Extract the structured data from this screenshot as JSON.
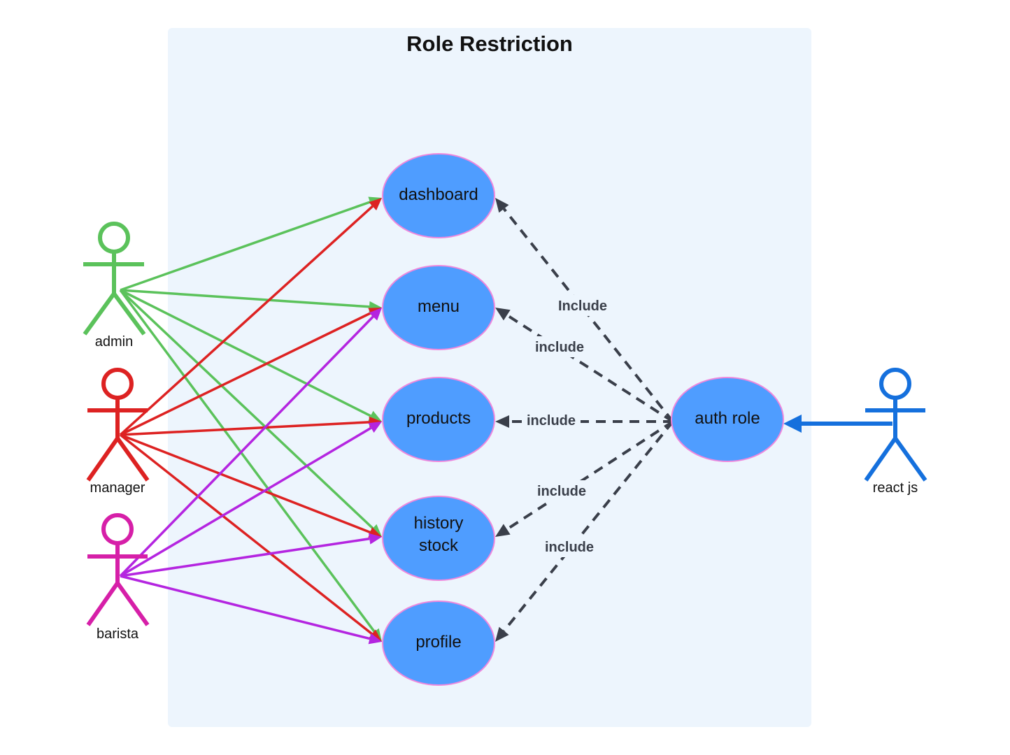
{
  "diagram": {
    "title": "Role Restriction",
    "colors": {
      "boundary": "#edf5fd",
      "usecase_fill": "#4f9dff",
      "usecase_stroke": "#ee88dd",
      "admin": "#5bc25b",
      "manager": "#dd2222",
      "barista_actor": "#d61fa8",
      "barista_lines": "#b425e0",
      "react": "#1570dd",
      "include": "#3a3f4a"
    },
    "use_cases": [
      {
        "id": "dashboard",
        "lines": [
          "dashboard"
        ]
      },
      {
        "id": "menu",
        "lines": [
          "menu"
        ]
      },
      {
        "id": "products",
        "lines": [
          "products"
        ]
      },
      {
        "id": "history_stock",
        "lines": [
          "history",
          "stock"
        ]
      },
      {
        "id": "profile",
        "lines": [
          "profile"
        ]
      },
      {
        "id": "auth_role",
        "lines": [
          "auth role"
        ]
      }
    ],
    "actors": [
      {
        "id": "admin",
        "label": "admin",
        "icon": "stick-figure-icon"
      },
      {
        "id": "manager",
        "label": "manager",
        "icon": "stick-figure-icon"
      },
      {
        "id": "barista",
        "label": "barista",
        "icon": "stick-figure-icon"
      },
      {
        "id": "react_js",
        "label": "react js",
        "icon": "stick-figure-icon"
      }
    ],
    "associations": [
      {
        "from": "admin",
        "to": [
          "dashboard",
          "menu",
          "products",
          "history_stock",
          "profile"
        ]
      },
      {
        "from": "manager",
        "to": [
          "dashboard",
          "menu",
          "products",
          "history_stock",
          "profile"
        ]
      },
      {
        "from": "barista",
        "to": [
          "menu",
          "products",
          "history_stock",
          "profile"
        ]
      },
      {
        "from": "react_js",
        "to": [
          "auth_role"
        ]
      }
    ],
    "includes": [
      {
        "from": "auth_role",
        "to": "dashboard",
        "label": "Include"
      },
      {
        "from": "auth_role",
        "to": "menu",
        "label": "include"
      },
      {
        "from": "auth_role",
        "to": "products",
        "label": "include"
      },
      {
        "from": "auth_role",
        "to": "history_stock",
        "label": "include"
      },
      {
        "from": "auth_role",
        "to": "profile",
        "label": "include"
      }
    ]
  }
}
